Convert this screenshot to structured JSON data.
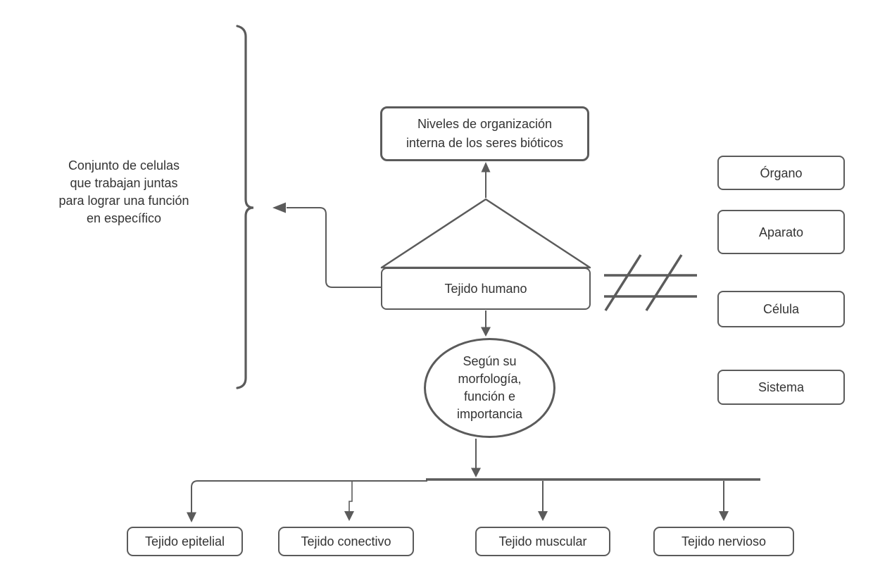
{
  "colors": {
    "stroke": "#5b5b5b",
    "text": "#333333",
    "background": "#ffffff"
  },
  "title_box": {
    "lines": [
      "Niveles de organización",
      "interna de los seres bióticos"
    ]
  },
  "tejido_box": {
    "label": "Tejido humano"
  },
  "left_note": {
    "lines": [
      "Conjunto de celulas",
      "que trabajan juntas",
      "para lograr una función",
      "en específico"
    ]
  },
  "criteria_ellipse": {
    "lines": [
      "Según su",
      "morfología,",
      "función e",
      "importancia"
    ]
  },
  "level_boxes": {
    "organo": "Órgano",
    "aparato": "Aparato",
    "celula": "Célula",
    "sistema": "Sistema"
  },
  "tissue_boxes": {
    "epitelial": "Tejido epitelial",
    "conectivo": "Tejido conectivo",
    "muscular": "Tejido muscular",
    "nervioso": "Tejido nervioso"
  }
}
